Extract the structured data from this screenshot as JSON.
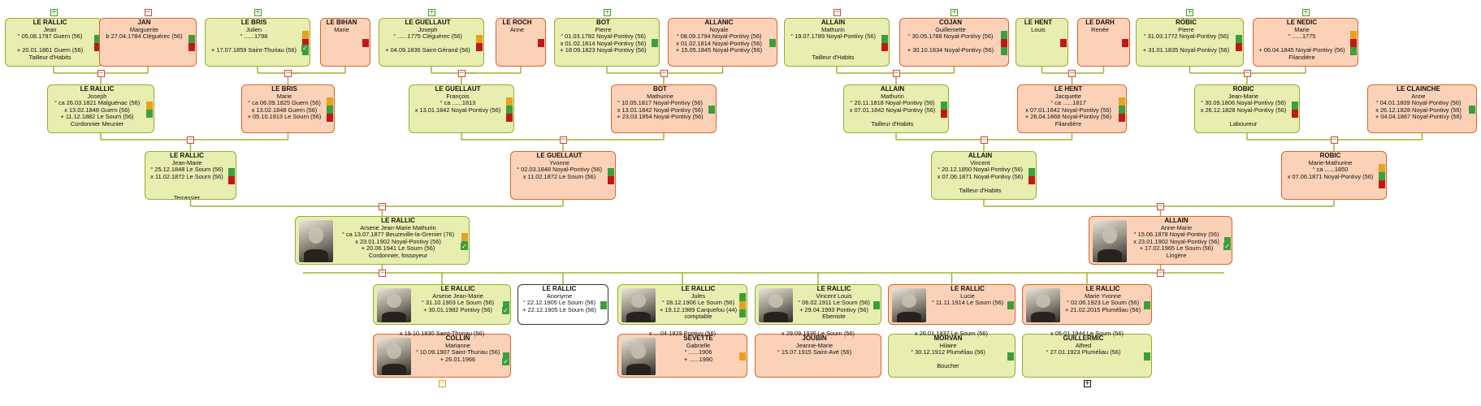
{
  "colors": {
    "male_fill": "#e8eeb0",
    "male_border": "#9aaa30",
    "female_fill": "#fbd2b8",
    "female_border": "#d9642c",
    "line": "#a3b233",
    "green": "#3aa03a",
    "red": "#c01818",
    "orange": "#e6a21e"
  },
  "persons": [
    {
      "id": "p1",
      "sex": "m",
      "surname": "LE RALLIC",
      "given": "Jean",
      "lines": [
        "° 05.08.1797 Guern (56)",
        "",
        "+ 20.01.1861 Guern (56)",
        "Tailleur d'Habits"
      ],
      "bars": [
        "green",
        "red"
      ]
    },
    {
      "id": "p2",
      "sex": "f",
      "surname": "JAN",
      "given": "Marguerite",
      "lines": [
        "b 27.04.1784 Cléguérec (56)"
      ],
      "bars": [
        "green",
        "red"
      ]
    },
    {
      "id": "p3",
      "sex": "m",
      "surname": "LE BRIS",
      "given": "Julien",
      "lines": [
        "° ......1798",
        "",
        "+ 17.07.1859 Saint-Thuriau (56)"
      ],
      "bars": [
        "orange",
        "red",
        "green"
      ],
      "check": true
    },
    {
      "id": "p4",
      "sex": "f",
      "surname": "LE BIHAN",
      "given": "Marie",
      "lines": [],
      "bars": [
        "red"
      ]
    },
    {
      "id": "p5",
      "sex": "m",
      "surname": "LE GUELLAUT",
      "given": "Joseph",
      "lines": [
        "° ......1775 Cléguérec (56)",
        "",
        "+ 04.09.1836 Saint-Gérand (56)"
      ],
      "bars": [
        "orange",
        "red"
      ]
    },
    {
      "id": "p6",
      "sex": "f",
      "surname": "LE ROCH",
      "given": "Anne",
      "lines": [],
      "bars": [
        "red"
      ]
    },
    {
      "id": "p7",
      "sex": "m",
      "surname": "BOT",
      "given": "Pierre",
      "lines": [
        "° 01.03.1782 Noyal-Pontivy (56)",
        "x 01.02.1814 Noyal-Pontivy (56)",
        "+ 18.09.1823 Noyal-Pontivy (56)"
      ],
      "bars": [
        "green"
      ]
    },
    {
      "id": "p8",
      "sex": "f",
      "surname": "ALLANIC",
      "given": "Noyale",
      "lines": [
        "° 08.09.1794 Noyal-Pontivy (56)",
        "x 01.02.1814 Noyal-Pontivy (56)",
        "+ 15.05.1845 Noyal-Pontivy (56)"
      ],
      "bars": [
        "green"
      ]
    },
    {
      "id": "p9",
      "sex": "m",
      "surname": "ALLAIN",
      "given": "Mathurin",
      "lines": [
        "° 19.07.1789 Noyal-Pontivy (56)",
        "",
        "",
        "Tailleur d'Habits"
      ],
      "bars": [
        "green",
        "red"
      ]
    },
    {
      "id": "p10",
      "sex": "f",
      "surname": "COJAN",
      "given": "Guillemette",
      "lines": [
        "° 30.05.1788 Noyal-Pontivy (56)",
        "",
        "+ 30.10.1834 Noyal-Pontivy (56)"
      ],
      "bars": [
        "green",
        "red",
        "green"
      ]
    },
    {
      "id": "p11",
      "sex": "m",
      "surname": "LE HENT",
      "given": "Louis",
      "lines": [],
      "bars": [
        "red"
      ]
    },
    {
      "id": "p12",
      "sex": "f",
      "surname": "LE DARH",
      "given": "Renée",
      "lines": [],
      "bars": [
        "red"
      ]
    },
    {
      "id": "p13",
      "sex": "m",
      "surname": "ROBIC",
      "given": "Pierre",
      "lines": [
        "° 31.03.1772 Noyal-Pontivy (56)",
        "",
        "+ 31.01.1835 Noyal-Pontivy (56)"
      ],
      "bars": [
        "green",
        "red"
      ]
    },
    {
      "id": "p14",
      "sex": "f",
      "surname": "LE NEDIC",
      "given": "Marie",
      "lines": [
        "° ......1775",
        "",
        "+ 06.04.1845 Noyal-Pontivy (56)",
        "Filandière"
      ],
      "bars": [
        "orange",
        "red",
        "green"
      ]
    },
    {
      "id": "p15",
      "sex": "m",
      "surname": "LE RALLIC",
      "given": "Joseph",
      "lines": [
        "° ca 26.03.1821 Malguénac (56)",
        "x 13.02.1848 Guern (56)",
        "+ 11.12.1882 Le Sourn (56)",
        "Cordonnier Meunier"
      ],
      "bars": [
        "orange",
        "green"
      ]
    },
    {
      "id": "p16",
      "sex": "f",
      "surname": "LE BRIS",
      "given": "Marie",
      "lines": [
        "° ca 06.09.1825 Guern (56)",
        "x 13.02.1848 Guern (56)",
        "+ 05.10.1913 Le Sourn (56)"
      ],
      "bars": [
        "orange",
        "green",
        "red"
      ]
    },
    {
      "id": "p17",
      "sex": "m",
      "surname": "LE GUELLAUT",
      "given": "François",
      "lines": [
        "° ca ......1813",
        "x 13.01.1842 Noyal-Pontivy (56)"
      ],
      "bars": [
        "orange",
        "green",
        "red"
      ]
    },
    {
      "id": "p18",
      "sex": "f",
      "surname": "BOT",
      "given": "Mathurine",
      "lines": [
        "° 10.05.1817 Noyal-Pontivy (56)",
        "x 13.01.1842 Noyal-Pontivy (56)",
        "+ 23.03.1854 Noyal-Pontivy (56)"
      ],
      "bars": [
        "green"
      ]
    },
    {
      "id": "p19",
      "sex": "m",
      "surname": "ALLAIN",
      "given": "Mathurin",
      "lines": [
        "° 20.11.1818 Noyal-Pontivy (56)",
        "x 07.01.1842 Noyal-Pontivy (56)",
        "",
        "Tailleur d'Habits"
      ],
      "bars": [
        "green",
        "red"
      ]
    },
    {
      "id": "p20",
      "sex": "f",
      "surname": "LE HENT",
      "given": "Jacquette",
      "lines": [
        "° ca ......1817",
        "x 07.01.1842 Noyal-Pontivy (56)",
        "+ 26.04.1868 Noyal-Pontivy (56)",
        "Filandière"
      ],
      "bars": [
        "orange",
        "green",
        "red"
      ]
    },
    {
      "id": "p21",
      "sex": "m",
      "surname": "ROBIC",
      "given": "Jean-Marie",
      "lines": [
        "° 30.09.1806 Noyal-Pontivy (56)",
        "x 26.12.1828 Noyal-Pontivy (56)",
        "",
        "Laboureur"
      ],
      "bars": [
        "green",
        "red"
      ]
    },
    {
      "id": "p22",
      "sex": "f",
      "surname": "LE CLAINCHE",
      "given": "Anne",
      "lines": [
        "° 04.01.1809 Noyal-Pontivy (56)",
        "x 26.12.1828 Noyal-Pontivy (56)",
        "+ 04.04.1867 Noyal-Pontivy (56)"
      ],
      "bars": [
        "green"
      ]
    },
    {
      "id": "p23",
      "sex": "m",
      "surname": "LE RALLIC",
      "given": "Jean-Marie",
      "lines": [
        "° 25.12.1848 Le Sourn (56)",
        "x 11.02.1872 Le Sourn (56)",
        "",
        "",
        "Terrassier"
      ],
      "bars": [
        "green",
        "red"
      ]
    },
    {
      "id": "p24",
      "sex": "f",
      "surname": "LE GUELLAUT",
      "given": "Yvonne",
      "lines": [
        "° 02.03.1848 Noyal-Pontivy (56)",
        "x 11.02.1872 Le Sourn (56)"
      ],
      "bars": [
        "green",
        "red"
      ]
    },
    {
      "id": "p25",
      "sex": "m",
      "surname": "ALLAIN",
      "given": "Vincent",
      "lines": [
        "° 20.12.1850 Noyal-Pontivy (56)",
        "x 07.06.1871 Noyal-Pontivy (56)",
        "",
        "Tailleur d'Habits"
      ],
      "bars": [
        "green",
        "red"
      ]
    },
    {
      "id": "p26",
      "sex": "f",
      "surname": "ROBIC",
      "given": "Marie-Mathurine",
      "lines": [
        "° ca ......1850",
        "x 07.06.1871 Noyal-Pontivy (56)"
      ],
      "bars": [
        "orange",
        "green",
        "red"
      ]
    },
    {
      "id": "p27",
      "sex": "m",
      "surname": "LE RALLIC",
      "given": "Arsene Jean-Marie Mathurin",
      "lines": [
        "° ca 13.07.1877 Beuzeville-la-Grenier (76)",
        "x 23.01.1902 Noyal-Pontivy (56)",
        "+ 20.06.1941 Le Sourn (56)",
        "Cordonnier, fossoyeur"
      ],
      "bars": [
        "orange",
        "green"
      ],
      "check": true,
      "photo": true
    },
    {
      "id": "p28",
      "sex": "f",
      "surname": "ALLAIN",
      "given": "Anne-Marie",
      "lines": [
        "° 15.06.1878 Noyal-Pontivy (56)",
        "x 23.01.1902 Noyal-Pontivy (56)",
        "+ 17.02.1965 Le Sourn (56)",
        "Lingère"
      ],
      "bars": [
        "green"
      ],
      "check": true,
      "photo": true
    },
    {
      "id": "p29",
      "sex": "m",
      "surname": "LE RALLIC",
      "given": "Arsene Jean-Marie",
      "lines": [
        "° 31.10.1903 Le Sourn (56)",
        "+ 30.01.1982 Pontivy (56)"
      ],
      "bars": [
        "green"
      ],
      "check": true,
      "photo": true
    },
    {
      "id": "p30",
      "sex": "u",
      "surname": "LE RALLIC",
      "given": "Anonyme",
      "lines": [
        "° 22.12.1905 Le Sourn (56)",
        "+ 22.12.1905 Le Sourn (56)"
      ],
      "bars": [
        "green"
      ]
    },
    {
      "id": "p31",
      "sex": "m",
      "surname": "LE RALLIC",
      "given": "Jules",
      "lines": [
        "° 28.12.1906 Le Sourn (56)",
        "+ 19.12.1989 Carquefou (44)",
        "comptable"
      ],
      "bars": [
        "green",
        "orange",
        "green"
      ],
      "photo": true
    },
    {
      "id": "p32",
      "sex": "m",
      "surname": "LE RALLIC",
      "given": "Vincent Louis",
      "lines": [
        "° 06.02.1911 Le Sourn (56)",
        "+ 29.04.1993 Pontivy (56)",
        "Ebeniste"
      ],
      "bars": [
        "green"
      ],
      "photo": true
    },
    {
      "id": "p33",
      "sex": "f",
      "surname": "LE RALLIC",
      "given": "Lucie",
      "lines": [
        "° 11.11.1914 Le Sourn (56)"
      ],
      "bars": [
        "green"
      ],
      "photo": true
    },
    {
      "id": "p34",
      "sex": "f",
      "surname": "LE RALLIC",
      "given": "Marie Yvonne",
      "lines": [
        "° 02.06.1923 Le Sourn (56)",
        "+ 21.02.2015 Pluméliau (56)"
      ],
      "bars": [
        "green"
      ],
      "photo": true
    },
    {
      "id": "p35",
      "sex": "f",
      "surname": "COLLIN",
      "given": "Marianne",
      "lines": [
        "° 10.09.1907 Saint-Thuriau (56)",
        "+ 26.01.1966"
      ],
      "bars": [
        "green"
      ],
      "check": true,
      "photo": true
    },
    {
      "id": "p36",
      "sex": "f",
      "surname": "SEVETTE",
      "given": "Gabrielle",
      "lines": [
        "° ......1906",
        "+ ......1990"
      ],
      "bars": [
        "orange"
      ],
      "photo": true
    },
    {
      "id": "p37",
      "sex": "f",
      "surname": "JOUBIN",
      "given": "Jeanne-Marie",
      "lines": [
        "° 15.07.1915 Saint-Avé (56)"
      ],
      "bars": []
    },
    {
      "id": "p38",
      "sex": "m",
      "surname": "MORVAN",
      "given": "Hilaire",
      "lines": [
        "° 30.12.1912 Pluméliau (56)",
        "",
        "Boucher"
      ],
      "bars": [
        "green"
      ]
    },
    {
      "id": "p39",
      "sex": "m",
      "surname": "GUILLERMIC",
      "given": "Alfred",
      "lines": [
        "° 27.01.1923 Pluméliau (56)"
      ],
      "bars": [
        "green"
      ]
    }
  ],
  "marriage_labels": [
    {
      "id": "ml1",
      "text": "x 19.10.1930 Saint-Thuriau (56)"
    },
    {
      "id": "ml2",
      "text": "x ....04.1929 Pontivy (56)"
    },
    {
      "id": "ml3",
      "text": "x 29.09.1936 Le Sourn (56)"
    },
    {
      "id": "ml4",
      "text": "x 26.01.1937 Le Sourn (56)"
    },
    {
      "id": "ml5",
      "text": "x 05.01.1944 Le Sourn (56)"
    }
  ]
}
